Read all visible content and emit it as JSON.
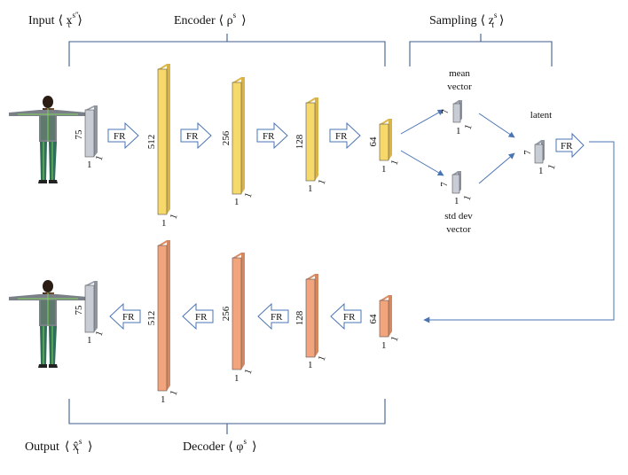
{
  "sections": {
    "input": {
      "label": "Input",
      "math": "⟨ x",
      "sup": "s″",
      "sub": "t",
      "close": "⟩"
    },
    "encoder": {
      "label": "Encoder",
      "math": "⟨ ρ",
      "sup": "s",
      "close": "⟩"
    },
    "sampling": {
      "label": "Sampling",
      "math": "⟨ z",
      "sup": "s",
      "sub": "t",
      "close": "⟩"
    },
    "output": {
      "label": "Output",
      "math": "⟨ x̂",
      "sup": "s",
      "sub": "t",
      "close": "⟩"
    },
    "decoder": {
      "label": "Decoder",
      "math": "⟨ φ",
      "sup": "s",
      "close": "⟩"
    }
  },
  "fr_label": "FR",
  "encoder_layers": [
    "75",
    "512",
    "256",
    "128",
    "64"
  ],
  "decoder_layers": [
    "64",
    "128",
    "256",
    "512",
    "75"
  ],
  "unit_label": "1",
  "sampling": {
    "mean_dim": "7",
    "std_dim": "7",
    "latent_dim": "7",
    "mean_label_1": "mean",
    "mean_label_2": "vector",
    "std_label_1": "std dev",
    "std_label_2": "vector",
    "latent_label": "latent"
  },
  "colors": {
    "yellow": "#f7d86a",
    "orange": "#f2a47c",
    "gray": "#c8ccd4",
    "arrow": "#4a74b4",
    "bracket": "#3f5e8c"
  }
}
